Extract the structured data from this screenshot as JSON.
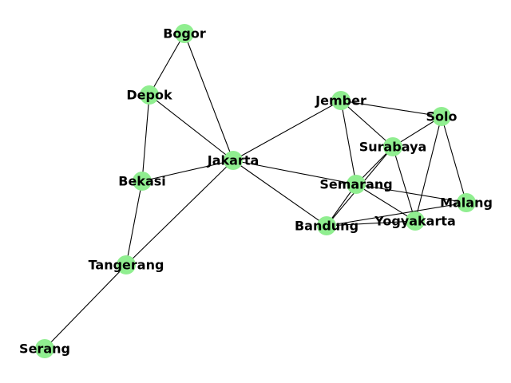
{
  "graph": {
    "node_color": "#90ee90",
    "edge_color": "#000000",
    "label_color": "#000000",
    "nodes": [
      {
        "id": "bogor",
        "label": "Bogor"
      },
      {
        "id": "depok",
        "label": "Depok"
      },
      {
        "id": "bekasi",
        "label": "Bekasi"
      },
      {
        "id": "jakarta",
        "label": "Jakarta"
      },
      {
        "id": "tangerang",
        "label": "Tangerang"
      },
      {
        "id": "serang",
        "label": "Serang"
      },
      {
        "id": "jember",
        "label": "Jember"
      },
      {
        "id": "solo",
        "label": "Solo"
      },
      {
        "id": "surabaya",
        "label": "Surabaya"
      },
      {
        "id": "semarang",
        "label": "Semarang"
      },
      {
        "id": "malang",
        "label": "Malang"
      },
      {
        "id": "yogyakarta",
        "label": "Yogyakarta"
      },
      {
        "id": "bandung",
        "label": "Bandung"
      }
    ],
    "edges": [
      [
        "bogor",
        "depok"
      ],
      [
        "bogor",
        "jakarta"
      ],
      [
        "depok",
        "jakarta"
      ],
      [
        "depok",
        "bekasi"
      ],
      [
        "bekasi",
        "jakarta"
      ],
      [
        "bekasi",
        "tangerang"
      ],
      [
        "tangerang",
        "jakarta"
      ],
      [
        "tangerang",
        "serang"
      ],
      [
        "jakarta",
        "jember"
      ],
      [
        "jakarta",
        "semarang"
      ],
      [
        "jakarta",
        "bandung"
      ],
      [
        "jember",
        "solo"
      ],
      [
        "jember",
        "surabaya"
      ],
      [
        "jember",
        "semarang"
      ],
      [
        "solo",
        "surabaya"
      ],
      [
        "solo",
        "malang"
      ],
      [
        "solo",
        "yogyakarta"
      ],
      [
        "surabaya",
        "semarang"
      ],
      [
        "surabaya",
        "bandung"
      ],
      [
        "surabaya",
        "yogyakarta"
      ],
      [
        "semarang",
        "bandung"
      ],
      [
        "semarang",
        "malang"
      ],
      [
        "semarang",
        "yogyakarta"
      ],
      [
        "bandung",
        "yogyakarta"
      ],
      [
        "bandung",
        "malang"
      ]
    ]
  }
}
